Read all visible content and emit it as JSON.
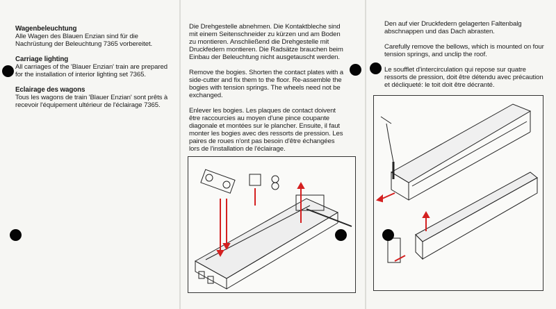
{
  "left_panel": {
    "sections": [
      {
        "heading": "Wagenbeleuchtung",
        "body": "Alle Wagen des Blauen Enzian sind für die Nachrüstung der Beleuchtung 7365 vorbereitet."
      },
      {
        "heading": "Carriage lighting",
        "body": "All carriages of the 'Blauer Enzian' train are prepared for the installation of interior lighting set 7365."
      },
      {
        "heading": "Eclairage des wagons",
        "body": "Tous les wagons de train 'Blauer Enzian' sont prêts à recevoir l'équipement ultérieur de l'éclairage 7365."
      }
    ]
  },
  "middle_panel": {
    "paragraphs": [
      "Die Drehgestelle abnehmen. Die Kontaktbleche sind mit einem Seitenschneider zu kürzen und am Boden zu montieren. Anschließend die Drehgestelle mit Druckfedern montieren. Die Radsätze brauchen beim Einbau der Beleuchtung nicht ausgetauscht werden.",
      "Remove the bogies. Shorten the contact plates with a side-cutter and fix them to the floor. Re-assemble the bogies with tension springs. The wheels need not be exchanged.",
      "Enlever les bogies. Les plaques de contact doivent être raccourcies au moyen d'une pince coupante diagonale et montées sur le plancher. Ensuite, il faut monter les bogies avec des ressorts de pression. Les paires de roues n'ont pas besoin d'être échangées lors de l'installation de l'éclairage."
    ]
  },
  "right_panel": {
    "paragraphs": [
      "Den auf vier Druckfedern gelagerten Faltenbalg abschnappen und das Dach abrasten.",
      "Carefully remove the bellows, which is mounted on four tension springs, and unclip the roof.",
      "Le soufflet d'intercirculation qui repose sur quatre ressorts de pression, doit être détendu avec précaution et décliqueté: le toit doit être décranté."
    ]
  },
  "colors": {
    "paper": "#f6f6f3",
    "ink": "#1a1a1a",
    "arrow": "#d42020"
  }
}
